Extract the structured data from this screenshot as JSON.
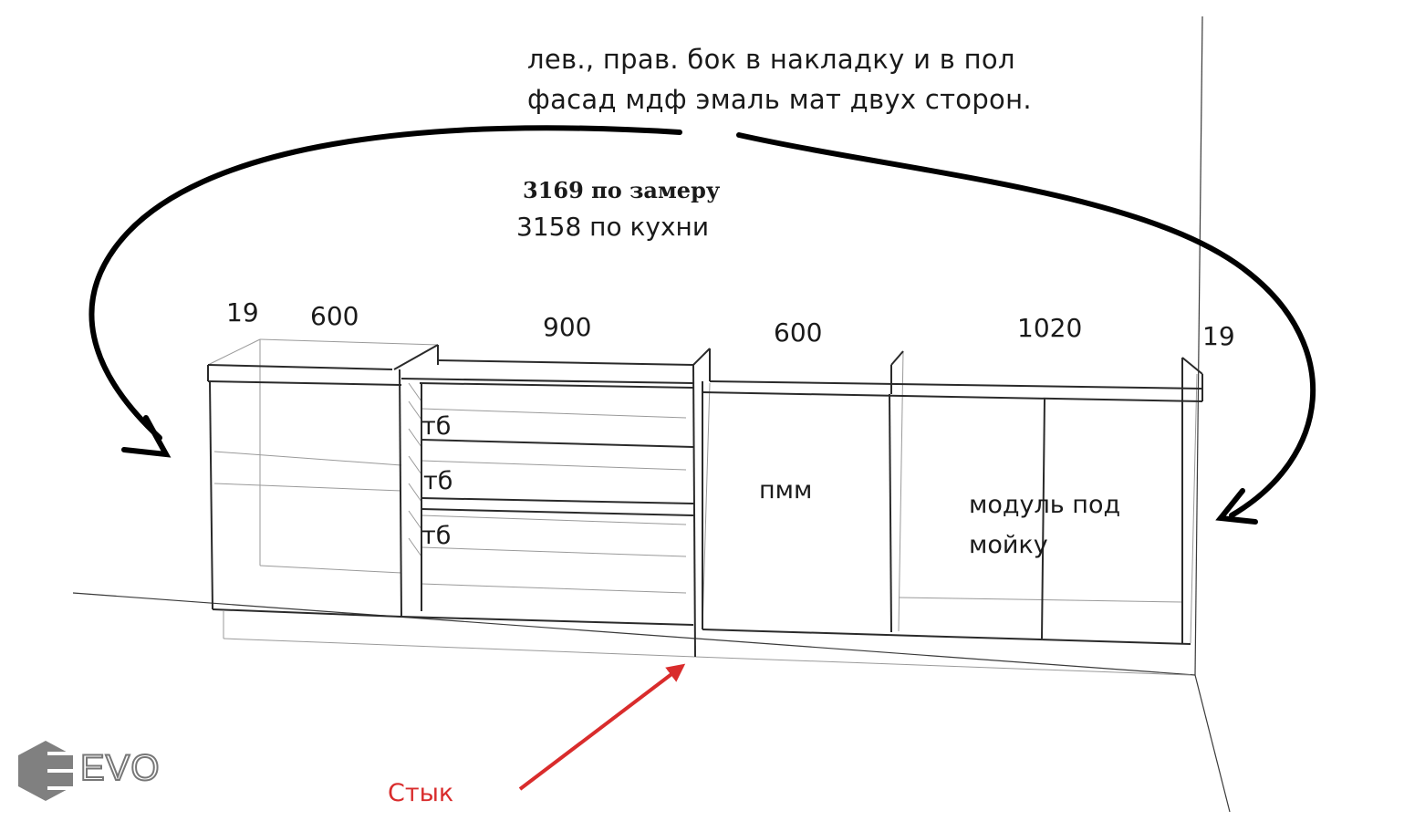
{
  "note": {
    "line1": "лев., прав. бок в накладку и в пол",
    "line2": "фасад мдф эмаль мат двух сторон."
  },
  "measurements": {
    "measured": "3169 по замеру",
    "kitchen": "3158 по кухни"
  },
  "dimensions": [
    "19",
    "600",
    "900",
    "600",
    "1020",
    "19"
  ],
  "modules": {
    "drawer_1": "тб",
    "drawer_2": "тб",
    "drawer_3": "тб",
    "dishwasher": "пмм",
    "sink_line1": "модуль под",
    "sink_line2": "мойку"
  },
  "joint_label": "Стык",
  "watermark": "EVO",
  "colors": {
    "ink": "#1a1a1a",
    "frame": "#2a2a2a",
    "thin": "#9a9a9a",
    "joint": "#d92c2c",
    "watermark": "#777777"
  }
}
